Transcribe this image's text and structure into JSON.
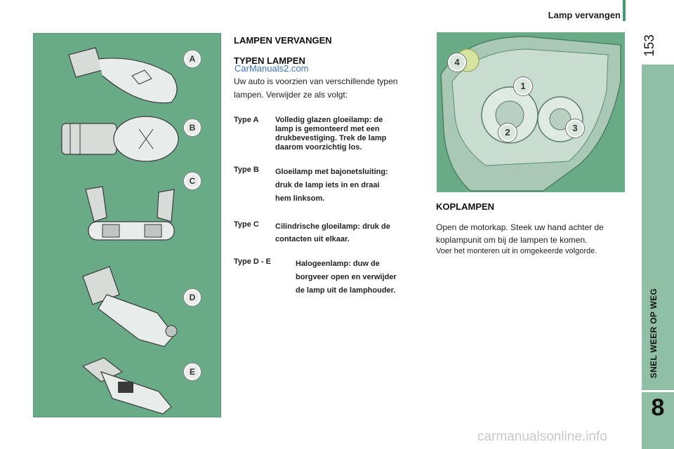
{
  "header": {
    "section_title": "Lamp vervangen",
    "page_number": "153"
  },
  "side_tab": {
    "label": "SNEL WEER OP WEG",
    "chapter_number": "8",
    "color": "#8fc0a6"
  },
  "lamp_badges": [
    "A",
    "B",
    "C",
    "D",
    "E"
  ],
  "main": {
    "heading": "LAMPEN VERVANGEN",
    "subheading": "TYPEN LAMPEN",
    "intro": "Uw auto is voorzien van verschillende typen lampen. Verwijder ze als volgt:",
    "types": [
      {
        "label": "Type A",
        "lines": [
          "Volledig glazen gloeilamp: de",
          "lamp is gemonteerd met een",
          "drukbevestiging. Trek de lamp",
          "daarom voorzichtig los."
        ]
      },
      {
        "label": "Type B",
        "lines": [
          "Gloeilamp met bajonetsluiting:",
          "druk de lamp iets in en draai",
          "hem linksom."
        ]
      },
      {
        "label": "Type C",
        "lines": [
          "Cilindrische gloeilamp: druk de",
          "contacten uit elkaar."
        ]
      },
      {
        "label": "Type D - E",
        "lines": [
          "Halogeenlamp: duw de",
          "borgveer open en verwijder",
          "de lamp uit de lamphouder."
        ]
      }
    ]
  },
  "headlamp": {
    "callouts": [
      "4",
      "1",
      "2",
      "3"
    ],
    "heading": "KOPLAMPEN",
    "para1": "Open de motorkap. Steek uw hand achter de koplampunit om bij de lampen te komen.",
    "para2": "Voer het monteren uit in omgekeerde volgorde."
  },
  "watermarks": {
    "top": "CarManuals2.com",
    "bottom": "carmanualsonline.info"
  },
  "colors": {
    "panel_green": "#6aab87",
    "accent_green": "#3d9e6e",
    "link_blue": "#3a73c8"
  }
}
